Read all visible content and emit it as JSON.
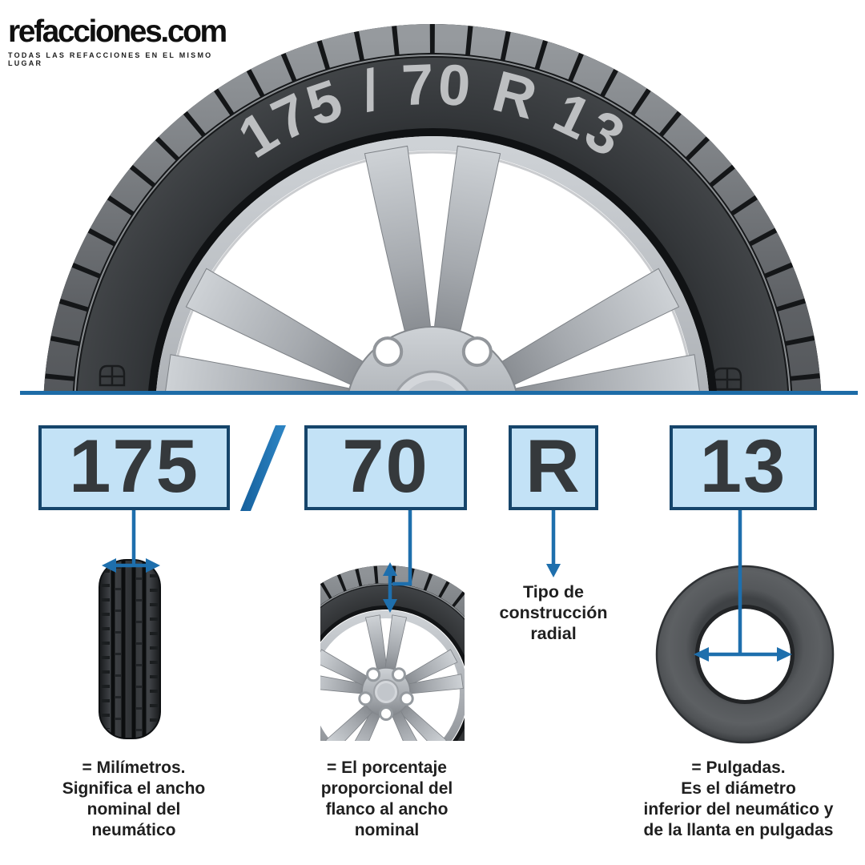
{
  "logo": {
    "brand": "refacciones.com",
    "tagline": "TODAS LAS REFACCIONES EN EL MISMO LUGAR"
  },
  "tire": {
    "sidewall_label": "175 / 70 R 13"
  },
  "breakdown": {
    "separator": "/",
    "items": [
      {
        "code": "175",
        "illustration": "tire-tread-front-view",
        "description": "= Milímetros.\nSignifica el ancho\nnominal del\nneumático"
      },
      {
        "code": "70",
        "illustration": "tire-sidewall-height-closeup",
        "description": "= El porcentaje\nproporcional del\nflanco al ancho\nnominal"
      },
      {
        "code": "R",
        "illustration": "down-arrow",
        "description": "Tipo de\nconstrucción\nradial"
      },
      {
        "code": "13",
        "illustration": "tire-inner-diameter-view",
        "description": "= Pulgadas.\nEs el diámetro\ninferior del neumático y\nde la llanta en pulgadas"
      }
    ]
  },
  "colors": {
    "accent_blue": "#1e6fad",
    "divider_blue": "#1d6ca7",
    "box_fill": "#c3e2f6",
    "box_border": "#16456b",
    "number_text": "#35393c",
    "body_text": "#1f1f1f",
    "sidewall_text": "#bdbfc1"
  }
}
